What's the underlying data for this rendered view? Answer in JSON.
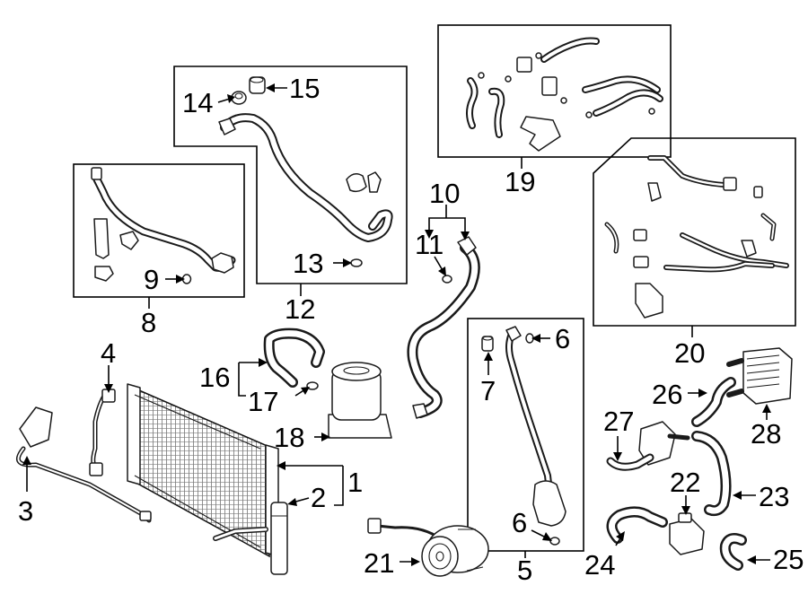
{
  "callouts": {
    "c1": "1",
    "c2": "2",
    "c3": "3",
    "c4": "4",
    "c5": "5",
    "c6a": "6",
    "c6b": "6",
    "c7": "7",
    "c8": "8",
    "c9": "9",
    "c10": "10",
    "c11": "11",
    "c12": "12",
    "c13": "13",
    "c14": "14",
    "c15": "15",
    "c16": "16",
    "c17": "17",
    "c18": "18",
    "c19": "19",
    "c20": "20",
    "c21": "21",
    "c22": "22",
    "c23": "23",
    "c24": "24",
    "c25": "25",
    "c26": "26",
    "c27": "27",
    "c28": "28"
  }
}
